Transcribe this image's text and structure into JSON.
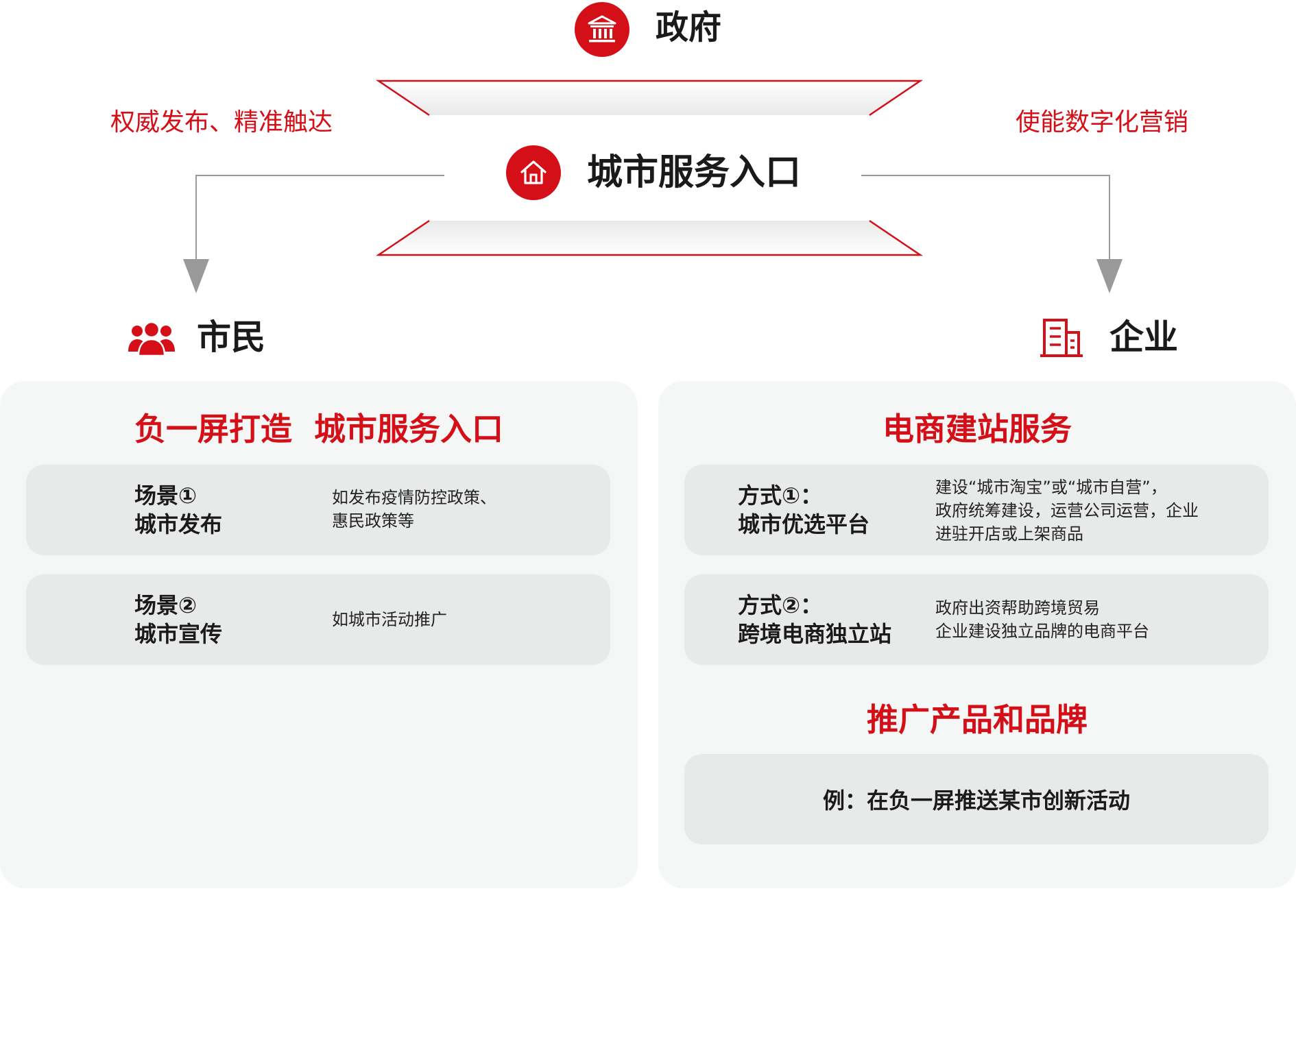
{
  "government": {
    "title": "政府",
    "icon": "government-building-icon"
  },
  "slogans": {
    "left": "权威发布、精准触达",
    "right": "使能数字化营销"
  },
  "portal": {
    "title": "城市服务入口",
    "icon": "home-icon"
  },
  "citizens": {
    "title": "市民",
    "icon": "people-icon",
    "heading": "负一屏打造  城市服务入口",
    "cards": [
      {
        "title_line1": "场景①",
        "title_line2": "城市发布",
        "desc_line1": "如发布疫情防控政策、",
        "desc_line2": "惠民政策等"
      },
      {
        "title_line1": "场景②",
        "title_line2": "城市宣传",
        "desc_line1": "如城市活动推广"
      }
    ]
  },
  "enterprises": {
    "title": "企业",
    "icon": "office-building-icon",
    "heading1": "电商建站服务",
    "cards": [
      {
        "title_line1": "方式①：",
        "title_line2": "城市优选平台",
        "desc_line1": "建设“城市淘宝”或“城市自营”，",
        "desc_line2": "政府统筹建设，运营公司运营，企业",
        "desc_line3": "进驻开店或上架商品"
      },
      {
        "title_line1": "方式②：",
        "title_line2": "跨境电商独立站",
        "desc_line1": "政府出资帮助跨境贸易",
        "desc_line2": "企业建设独立品牌的电商平台"
      }
    ],
    "heading2": "推广产品和品牌",
    "example": "例：在负一屏推送某市创新活动"
  },
  "colors": {
    "accent": "#d40f17",
    "panel": "#f5f6f6",
    "card": "#e8e9e9",
    "arrow": "#9a9a9a"
  }
}
